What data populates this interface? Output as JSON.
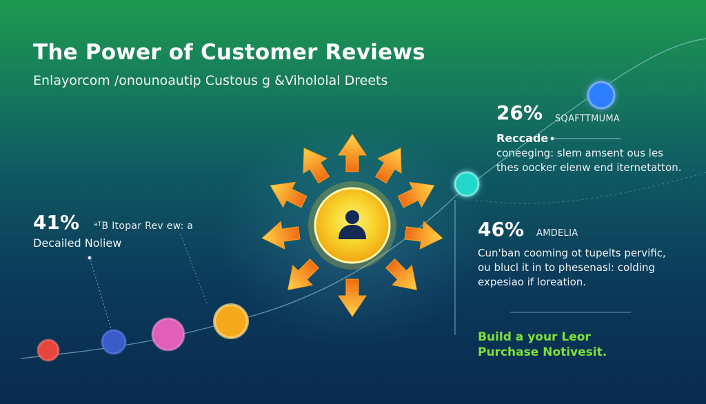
{
  "title": "The Power of Customer Reviews",
  "subtitle": "Enlayorcom /onounoautip  Custous g &Vihololal Dreets",
  "center_icon": "person-icon",
  "stats": {
    "top_right": {
      "percent": "26%",
      "label": "SQAFTTMUMA",
      "heading": "Reccade",
      "lines": [
        "coneeging: slem amsent ous les",
        "thes oocker elenw end iternetatton."
      ]
    },
    "left": {
      "percent": "41%",
      "label": "ᵃᵀB Itopar Rev ew: a",
      "heading": "Decailed Noliew"
    },
    "mid_right": {
      "percent": "46%",
      "label": "AMDELIA",
      "lines": [
        "Cun'ban cooming ot tupelts pervific,",
        "ou blucl it in to phesenasl: colding",
        "expesiao if loreation."
      ]
    }
  },
  "cta": {
    "line1": "Build a your Leor",
    "line2": "Purchase Notivesit."
  },
  "colors": {
    "node_red": "#e8463c",
    "node_blue": "#3a5cc8",
    "node_pink": "#e060b8",
    "node_orange": "#f5a81c",
    "node_teal": "#22d6c8",
    "node_bright_blue": "#2f7fff",
    "sun_yellow": "#f8d22a",
    "arrow_orange": "#f7a21e",
    "cta_green": "#7ee03a"
  }
}
